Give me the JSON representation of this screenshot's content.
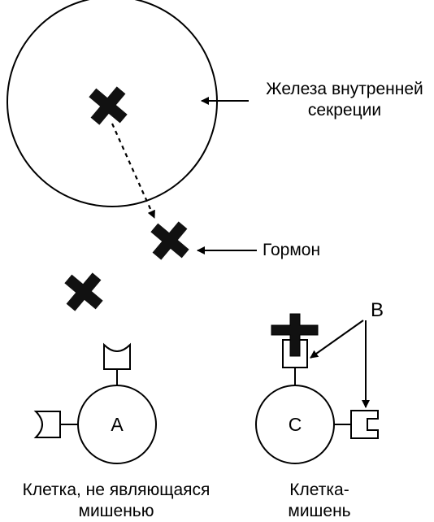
{
  "labels": {
    "gland_line1": "Железа внутренней",
    "gland_line2": "секреции",
    "hormone": "Гормон",
    "receptor_b": "B",
    "cell_a_letter": "A",
    "cell_c_letter": "C",
    "nontarget_line1": "Клетка, не являющаяся",
    "nontarget_line2": "мишенью",
    "target_line1": "Клетка-",
    "target_line2": "мишень"
  },
  "colors": {
    "stroke": "#000000",
    "fill": "#ffffff",
    "hormone": "#111111"
  }
}
